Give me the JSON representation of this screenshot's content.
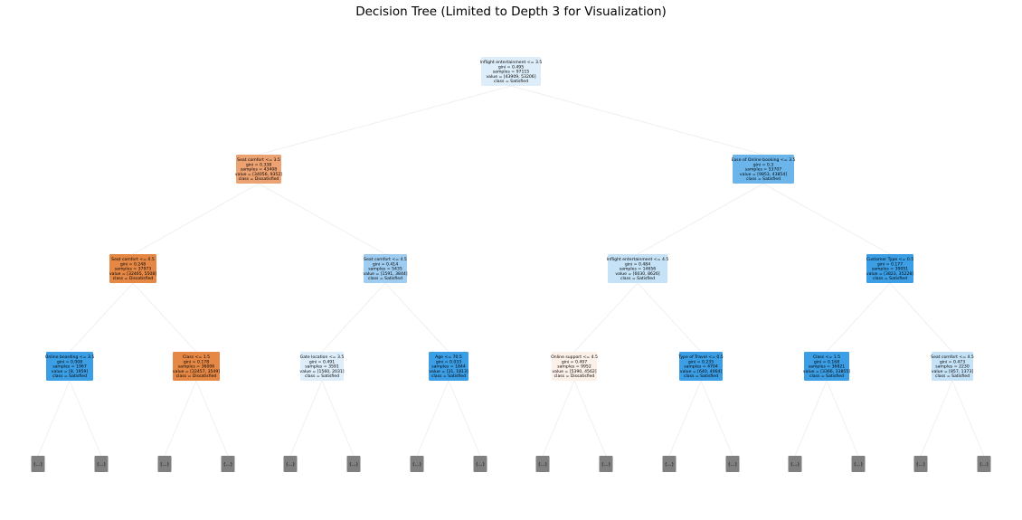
{
  "title": "Decision Tree (Limited to Depth 3 for Visualization)",
  "colors": {
    "satisfied_strong": "#3c9ee5",
    "satisfied_medium": "#6bb5eb",
    "satisfied_light": "#9fcdf1",
    "satisfied_pale": "#c6e2f7",
    "satisfied_palest": "#ddedf9",
    "dissatisfied_strong": "#e68845",
    "dissatisfied_medium": "#eda272",
    "dissatisfied_pale": "#fcf1e9",
    "truncated": "#808080",
    "edge": "#ececec"
  },
  "truncated_label": "(...)",
  "nodes": [
    {
      "id": "n0",
      "parent": null,
      "depth": 0,
      "color": "satisfied_palest",
      "lines": [
        "Inflight entertainment <= 3.5",
        "gini = 0.495",
        "samples = 97115",
        "value = [43909, 53206]",
        "class = Satisfied"
      ]
    },
    {
      "id": "n1",
      "parent": "n0",
      "depth": 1,
      "color": "dissatisfied_medium",
      "lines": [
        "Seat comfort <= 3.5",
        "gini = 0.338",
        "samples = 43408",
        "value = [34056, 9352]",
        "class = Dissatisfied"
      ]
    },
    {
      "id": "n2",
      "parent": "n0",
      "depth": 1,
      "color": "satisfied_medium",
      "lines": [
        "Ease of Online booking <= 3.5",
        "gini = 0.3",
        "samples = 53707",
        "value = [9853, 43854]",
        "class = Satisfied"
      ]
    },
    {
      "id": "n3",
      "parent": "n1",
      "depth": 2,
      "color": "dissatisfied_strong",
      "lines": [
        "Seat comfort <= 0.5",
        "gini = 0.248",
        "samples = 37973",
        "value = [32465, 5508]",
        "class = Dissatisfied"
      ]
    },
    {
      "id": "n4",
      "parent": "n1",
      "depth": 2,
      "color": "satisfied_light",
      "lines": [
        "Seat comfort <= 4.5",
        "gini = 0.414",
        "samples = 5435",
        "value = [1591, 3844]",
        "class = Satisfied"
      ]
    },
    {
      "id": "n5",
      "parent": "n2",
      "depth": 2,
      "color": "satisfied_pale",
      "lines": [
        "Inflight entertainment <= 4.5",
        "gini = 0.484",
        "samples = 14656",
        "value = [6030, 8626]",
        "class = Satisfied"
      ]
    },
    {
      "id": "n6",
      "parent": "n2",
      "depth": 2,
      "color": "satisfied_strong",
      "lines": [
        "Customer Type <= 0.5",
        "gini = 0.177",
        "samples = 39051",
        "value = [3823, 35228]",
        "class = Satisfied"
      ]
    },
    {
      "id": "n7",
      "parent": "n3",
      "depth": 3,
      "color": "satisfied_strong",
      "lines": [
        "Online boarding <= 3.5",
        "gini = 0.008",
        "samples = 1967",
        "value = [8, 1959]",
        "class = Satisfied"
      ]
    },
    {
      "id": "n8",
      "parent": "n3",
      "depth": 3,
      "color": "dissatisfied_strong",
      "lines": [
        "Class <= 1.5",
        "gini = 0.178",
        "samples = 36006",
        "value = [32457, 3549]",
        "class = Dissatisfied"
      ]
    },
    {
      "id": "n9",
      "parent": "n4",
      "depth": 3,
      "color": "satisfied_palest",
      "lines": [
        "Gate location <= 3.5",
        "gini = 0.491",
        "samples = 3591",
        "value = [1560, 2031]",
        "class = Satisfied"
      ]
    },
    {
      "id": "n10",
      "parent": "n4",
      "depth": 3,
      "color": "satisfied_strong",
      "lines": [
        "Age <= 70.5",
        "gini = 0.033",
        "samples = 1844",
        "value = [31, 1813]",
        "class = Satisfied"
      ]
    },
    {
      "id": "n11",
      "parent": "n5",
      "depth": 3,
      "color": "dissatisfied_pale",
      "lines": [
        "Online support <= 4.5",
        "gini = 0.497",
        "samples = 9952",
        "value = [5390, 4562]",
        "class = Dissatisfied"
      ]
    },
    {
      "id": "n12",
      "parent": "n5",
      "depth": 3,
      "color": "satisfied_strong",
      "lines": [
        "Type of Travel <= 0.5",
        "gini = 0.235",
        "samples = 4704",
        "value = [640, 4064]",
        "class = Satisfied"
      ]
    },
    {
      "id": "n13",
      "parent": "n6",
      "depth": 3,
      "color": "satisfied_strong",
      "lines": [
        "Class <= 1.5",
        "gini = 0.168",
        "samples = 36821",
        "value = [3366, 33855]",
        "class = Satisfied"
      ]
    },
    {
      "id": "n14",
      "parent": "n6",
      "depth": 3,
      "color": "satisfied_pale",
      "lines": [
        "Seat comfort <= 4.5",
        "gini = 0.473",
        "samples = 2230",
        "value = [857, 1373]",
        "class = Satisfied"
      ]
    }
  ]
}
